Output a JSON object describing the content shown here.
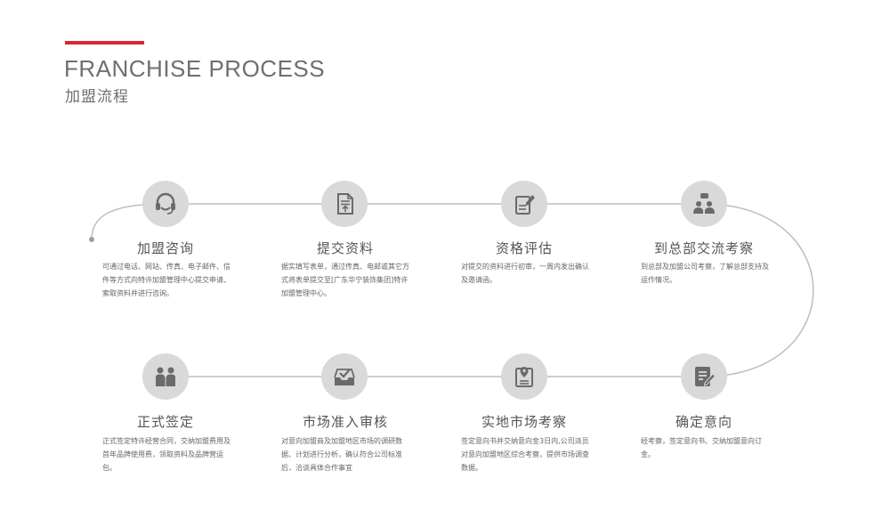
{
  "header": {
    "title_en": "FRANCHISE PROCESS",
    "title_cn": "加盟流程"
  },
  "colors": {
    "accent": "#d8282e",
    "circle": "#d9d9d9",
    "line": "#bdbdbd",
    "icon": "#6a6a6a"
  },
  "steps": [
    {
      "title": "加盟咨询",
      "desc": "可通过电话、网站、传真、电子邮件、信件等方式向特许加盟管理中心提交申请、索取资料并进行咨询。",
      "icon": "headset-icon"
    },
    {
      "title": "提交资料",
      "desc": "据实填写表单，通过传真、电邮或其它方式将表单提交至[广东华宁装饰集团]特许加盟管理中心。",
      "icon": "document-upload-icon"
    },
    {
      "title": "资格评估",
      "desc": "对提交的资料进行初审，一周内发出确认及邀请函。",
      "icon": "edit-document-icon"
    },
    {
      "title": "到总部交流考察",
      "desc": "到总部及加盟公司考察，了解总部支持及运作情况。",
      "icon": "meeting-icon"
    },
    {
      "title": "确定意向",
      "desc": "经考察，签定意向书、交纳加盟意向订金。",
      "icon": "sign-form-icon"
    },
    {
      "title": "实地市场考察",
      "desc": "签定意向书并交纳意向金3日内,公司派员对意向加盟地区综合考察，提供市场调查数据。",
      "icon": "location-doc-icon"
    },
    {
      "title": "市场准入审核",
      "desc": "对意向加盟商及加盟地区市场的调研数据、计划进行分析，确认符合公司标准后，洽谈具体合作事宜",
      "icon": "inbox-check-icon"
    },
    {
      "title": "正式签定",
      "desc": "正式签定特许经营合同，交纳加盟费用及首年品牌使用费，领取资料及品牌营运包。",
      "icon": "partnership-icon"
    }
  ]
}
